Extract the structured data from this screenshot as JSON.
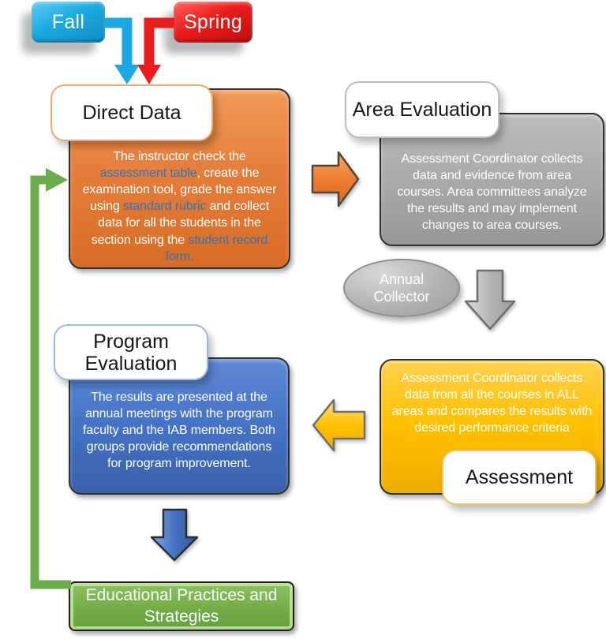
{
  "terms": {
    "fall": "Fall",
    "spring": "Spring"
  },
  "boxes": {
    "direct_data": {
      "label": "Direct Data",
      "segments": [
        {
          "t": "The instructor check the "
        },
        {
          "t": "assessment table",
          "link": true
        },
        {
          "t": ",  create the examination tool, grade the answer using "
        },
        {
          "t": "standard rubric",
          "link": true
        },
        {
          "t": " and collect data for all the students in the section using the "
        },
        {
          "t": "student record form.",
          "link": true
        }
      ]
    },
    "area_evaluation": {
      "label": "Area Evaluation",
      "body": "Assessment Coordinator collects data and evidence from area courses. Area committees analyze the results and may implement changes to area courses."
    },
    "annual_collector": {
      "label": "Annual Collector"
    },
    "assessment": {
      "label": "Assessment",
      "body": "Assessment Coordinator collects data from all the courses in ALL areas and compares the results with desired performance criteria"
    },
    "program_evaluation": {
      "label": "Program Evaluation",
      "body": "The results are presented at the annual meetings with the program faculty and the IAB members. Both groups provide recommendations for program improvement."
    },
    "educational_practices": {
      "label": "Educational Practices and Strategies"
    }
  },
  "colors": {
    "fall_cyan": "#1ca9e1",
    "spring_red": "#ea1c1c",
    "orange": "#e67e3c",
    "gray": "#a8a8a8",
    "gold": "#ffc000",
    "blue": "#4472c4",
    "green": "#72ad48",
    "link_blue": "#2e75b6"
  }
}
